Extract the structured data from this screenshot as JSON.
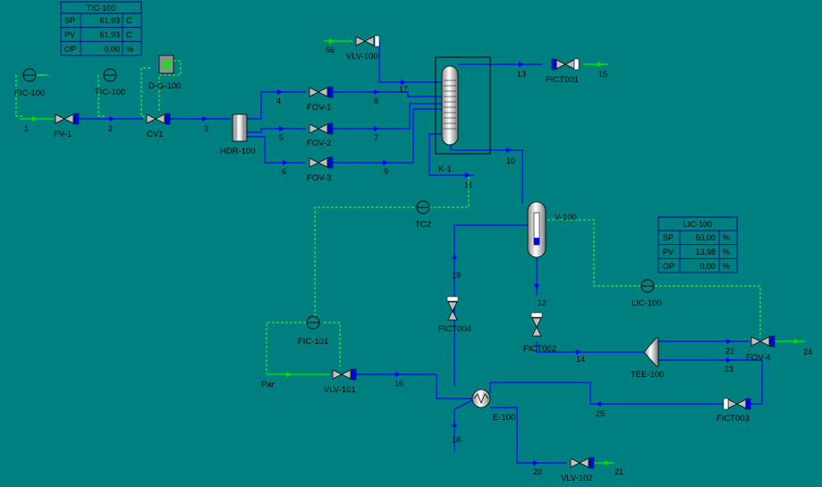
{
  "tic100": {
    "title": "TIC-100",
    "rows": [
      {
        "label": "SP",
        "value": "61,93",
        "unit": "C"
      },
      {
        "label": "PV",
        "value": "61,93",
        "unit": "C"
      },
      {
        "label": "OP",
        "value": "0,00",
        "unit": "%"
      }
    ]
  },
  "lic100": {
    "title": "LIC-100",
    "rows": [
      {
        "label": "SP",
        "value": "50,00",
        "unit": "%"
      },
      {
        "label": "PV",
        "value": "13,98",
        "unit": "%"
      },
      {
        "label": "OP",
        "value": "0,00",
        "unit": "%"
      }
    ]
  },
  "units": {
    "fic100": "FIC-100",
    "tic100_ctl": "TIC-100",
    "dg100": "D-G-100",
    "fv1": "FV-1",
    "cv1": "CV1",
    "hdr100": "HDR-100",
    "fov1": "FOV-1",
    "fov2": "FOV-2",
    "fov3": "FOV-3",
    "vlv100": "VLV-100",
    "fict001": "FICT001",
    "k1": "K-1",
    "tc2": "TC2",
    "v100": "V-100",
    "fic101": "FIC-101",
    "vlv101": "VLV-101",
    "fict004": "FICT004",
    "fict002": "FICT002",
    "lic100_ctl": "LIC-100",
    "tee100": "TEE-100",
    "fov4": "FOV-4",
    "fict003": "FICT003",
    "e100": "E-100",
    "vlv102": "VLV-102",
    "par": "Par"
  },
  "streams": {
    "s1": "1",
    "s2": "2",
    "s3": "3",
    "s4": "4",
    "s5": "5",
    "s6": "6",
    "s7": "7",
    "s8": "8",
    "s9": "9",
    "s10": "10",
    "s11": "11",
    "s12": "12",
    "s13": "13",
    "s14": "14",
    "s15": "15",
    "s16": "16",
    "s17": "17",
    "s18": "18",
    "s19": "19",
    "s20": "20",
    "s21": "21",
    "s22": "22",
    "s23": "23",
    "s24": "24",
    "s25": "25",
    "s66": "66"
  },
  "colors": {
    "background": "#007f80",
    "material_stream": "#0000ff",
    "feed_product_stream": "#00e000",
    "signal": "#33ff33"
  }
}
